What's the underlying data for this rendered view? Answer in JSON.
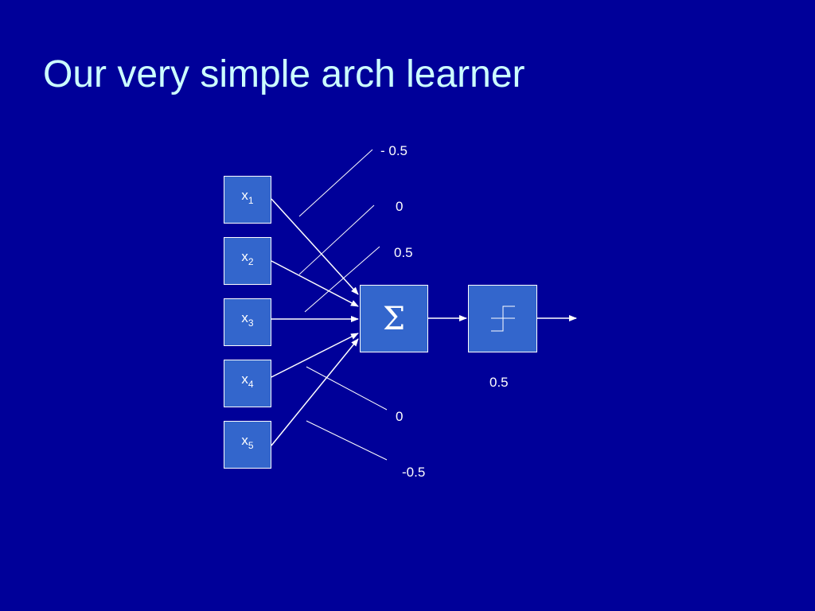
{
  "title": "Our very simple arch learner",
  "inputs": [
    {
      "base": "x",
      "sub": "1"
    },
    {
      "base": "x",
      "sub": "2"
    },
    {
      "base": "x",
      "sub": "3"
    },
    {
      "base": "x",
      "sub": "4"
    },
    {
      "base": "x",
      "sub": "5"
    }
  ],
  "summation_symbol": "Σ",
  "weights": [
    "- 0.5",
    "0",
    "0.5",
    "0",
    "-0.5"
  ],
  "threshold": "0.5",
  "icons": {
    "summation": "sigma-icon",
    "threshold": "step-function-icon"
  },
  "colors": {
    "background": "#000099",
    "title": "#ccffff",
    "node_fill": "#3366cc",
    "stroke": "#ffffff"
  }
}
